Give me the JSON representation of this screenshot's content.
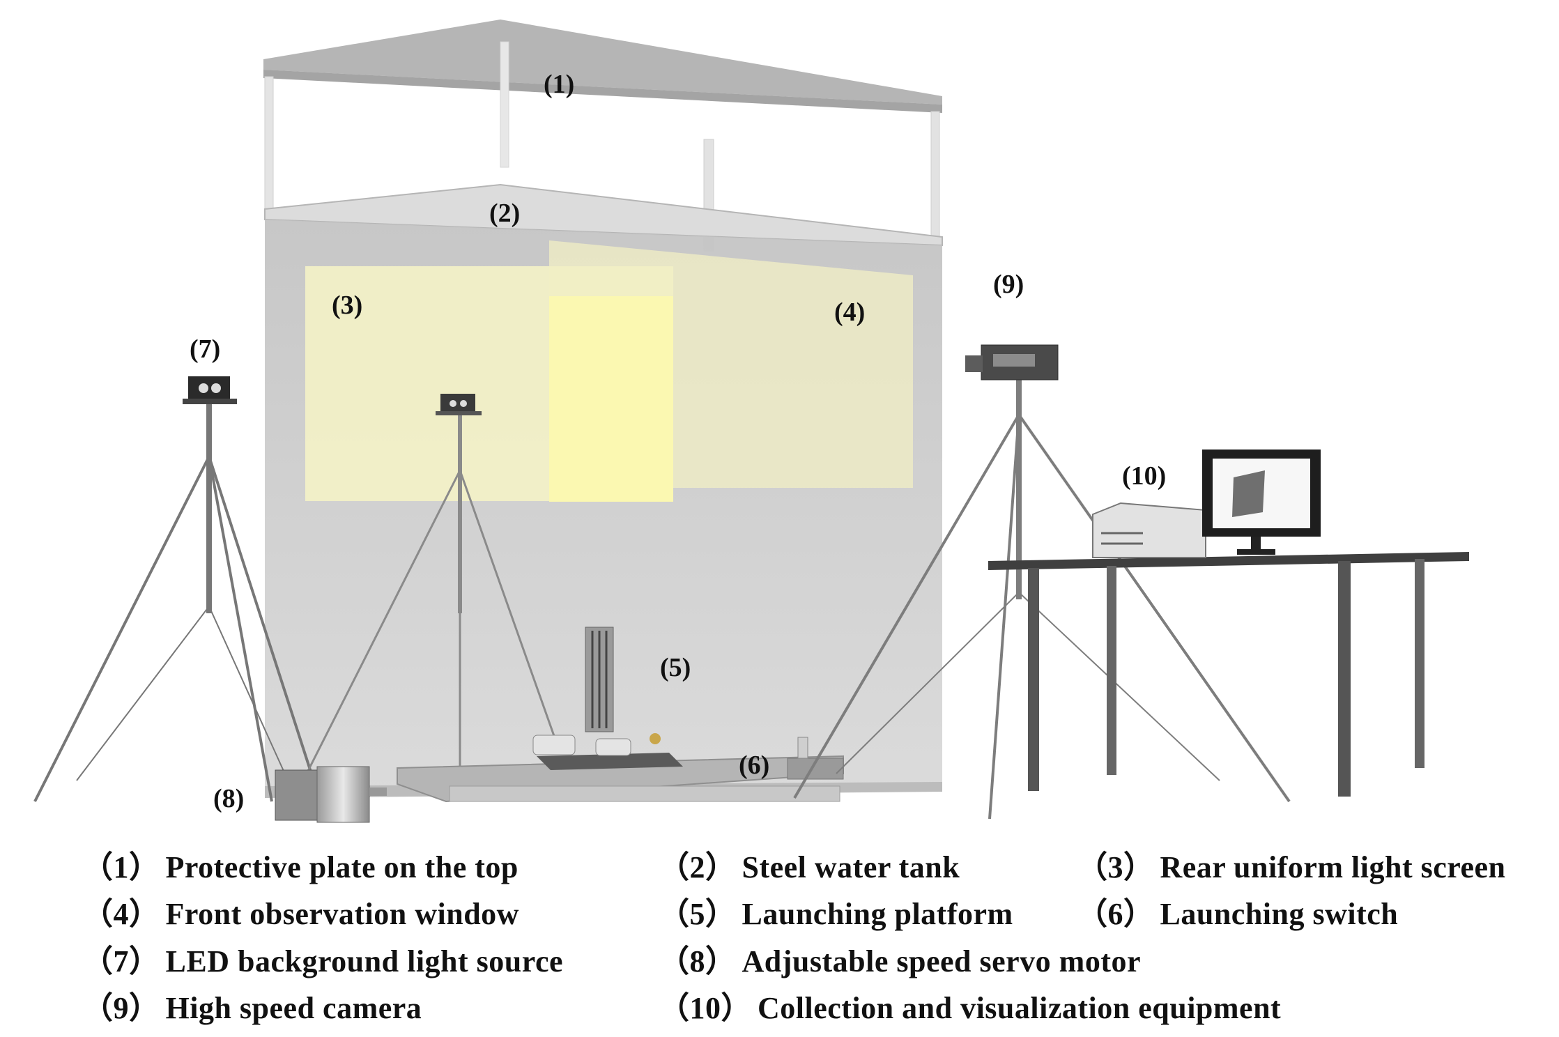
{
  "callouts": {
    "c1": "(1)",
    "c2": "(2)",
    "c3": "(3)",
    "c4": "(4)",
    "c5": "(5)",
    "c6": "(6)",
    "c7": "(7)",
    "c8": "(8)",
    "c9": "(9)",
    "c10": "(10)"
  },
  "legend": {
    "i1": {
      "num": "（1）",
      "text": "Protective plate on the top"
    },
    "i2": {
      "num": "（2）",
      "text": "Steel water tank"
    },
    "i3": {
      "num": "（3）",
      "text": "Rear uniform light screen"
    },
    "i4": {
      "num": "（4）",
      "text": "Front observation window"
    },
    "i5": {
      "num": "（5）",
      "text": "Launching platform"
    },
    "i6": {
      "num": "（6）",
      "text": "Launching switch"
    },
    "i7": {
      "num": "（7）",
      "text": "LED background light source"
    },
    "i8": {
      "num": "（8）",
      "text": "Adjustable speed servo motor"
    },
    "i9": {
      "num": "（9）",
      "text": "High speed camera"
    },
    "i10": {
      "num": "（10）",
      "text": "Collection and visualization equipment"
    }
  },
  "colors": {
    "tank": "#c9c9c9",
    "light_screen": "#f4f2c6",
    "window": "#fbf8b8",
    "metal": "#6e6e6e"
  }
}
